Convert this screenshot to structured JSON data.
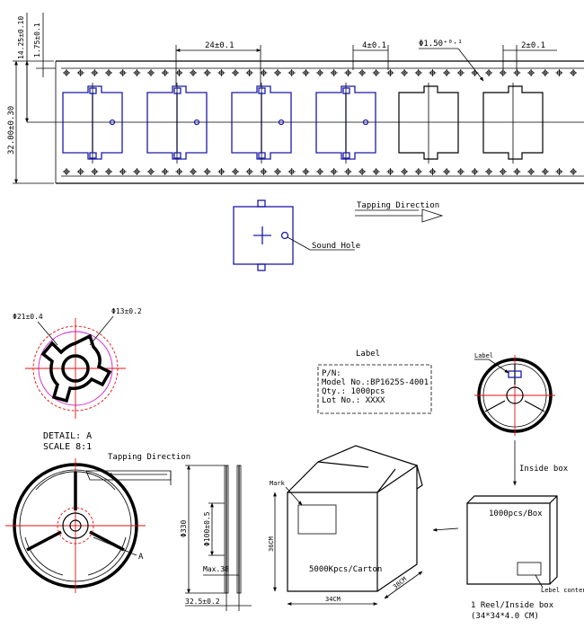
{
  "dimensions": {
    "pitch": "24±0.1",
    "hole_pitch": "4±0.1",
    "hole_dia": "Φ1.50⁺⁰·¹",
    "hole_offset": "2±0.1",
    "width": "32.00±0.30",
    "half_width": "14.25±0.10",
    "edge": "1.75±0.1"
  },
  "tape": {
    "taping_direction": "Tapping Direction",
    "sound_hole": "Sound Hole"
  },
  "detail": {
    "outer_dia": "Φ21±0.4",
    "inner_dia": "Φ13±0.2",
    "caption_line1": "DETAIL: A",
    "caption_line2": "SCALE 8:1"
  },
  "label": {
    "title": "Label",
    "line1": "P/N:",
    "line2": "Model No.:BP1625S-4001",
    "line3": "Qty.: 1000pcs",
    "line4": "Lot No.: XXXX"
  },
  "reel": {
    "taping_direction": "Tapping Direction",
    "detail_marker": "A",
    "label_marker": "Label",
    "dia_330": "Φ330",
    "dia_100": "Φ100±0.5",
    "max_width": "Max.38",
    "tape_width": "32.5±0.2"
  },
  "carton": {
    "mark": "Mark",
    "content": "5000Kpcs/Carton",
    "height": "36CM",
    "width": "34CM",
    "depth": "38CM"
  },
  "inner_box": {
    "flow_label": "Inside box",
    "content": "1000pcs/Box",
    "label_content": "Lebel content",
    "caption_line1": "1 Reel/Inside box",
    "caption_line2": "(34*34*4.0 CM)"
  }
}
